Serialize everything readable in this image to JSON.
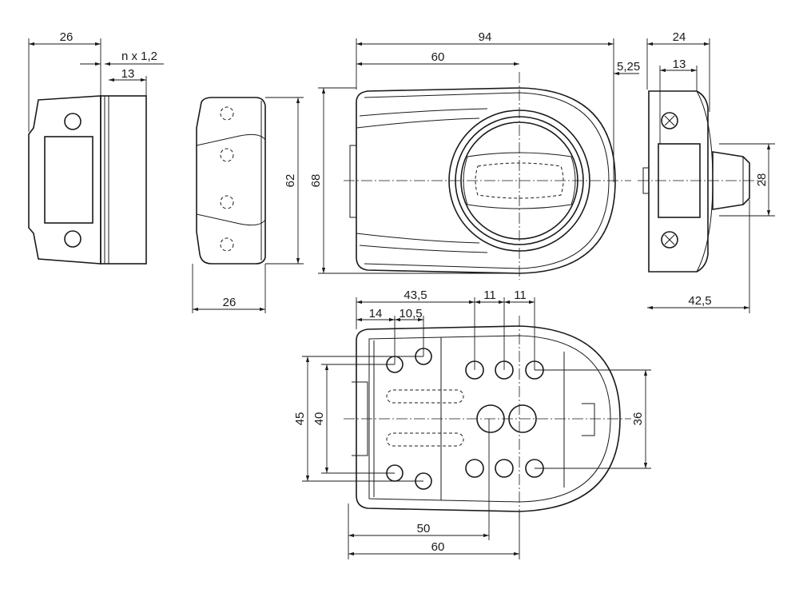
{
  "dimensions": {
    "left_width": "26",
    "left_collar": "n x  1,2",
    "left_inner": "13",
    "mid_height": "62",
    "mid_width": "26",
    "front_width": "94",
    "front_center": "60",
    "front_offset": "5,25",
    "front_height": "68",
    "side_width": "24",
    "side_inner": "13",
    "side_knob": "28",
    "side_depth": "42,5",
    "bottom_first": "43,5",
    "bottom_gap1": "11",
    "bottom_gap2": "11",
    "bottom_a": "14",
    "bottom_b": "10,5",
    "bottom_h45": "45",
    "bottom_h40": "40",
    "bottom_h36": "36",
    "bottom_50": "50",
    "bottom_60": "60"
  }
}
